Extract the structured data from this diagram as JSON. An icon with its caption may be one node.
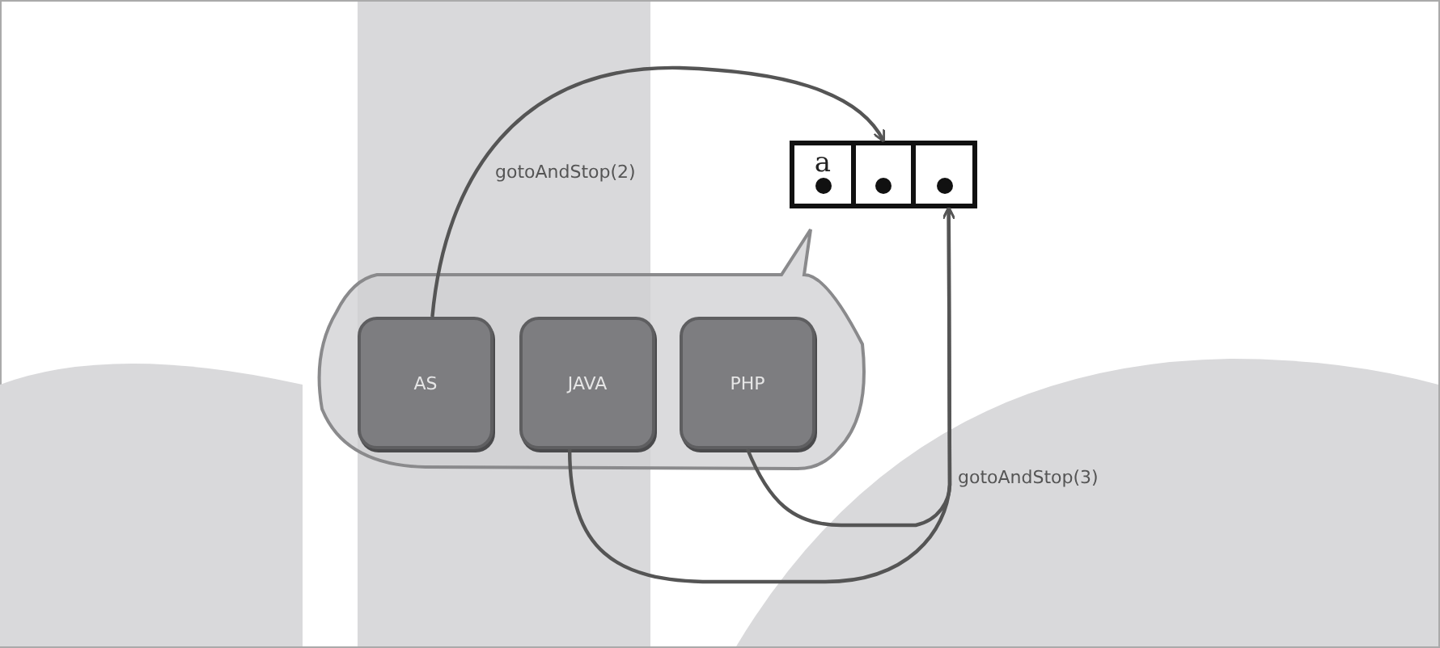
{
  "diagram": {
    "nodes": [
      {
        "text": [],
        "shape": "bubble"
      },
      {
        "text": [
          "AS"
        ],
        "in": 0
      },
      {
        "text": [
          "JAVA"
        ],
        "in": 0
      },
      {
        "text": [
          "PHP"
        ],
        "in": 0
      },
      {
        "text": [
          "a"
        ]
      },
      {
        "text": [],
        "shape": "box"
      },
      {
        "text": [],
        "shape": "box"
      }
    ],
    "edges": [
      {
        "from": 1,
        "to": 5,
        "arrow": "to",
        "label": "gotoAndStop(2)"
      },
      {
        "from": 2,
        "to": 6,
        "arrow": "to",
        "label": "gotoAndStop(3)"
      },
      {
        "from": 3,
        "to": 6,
        "arrow": "to"
      }
    ]
  }
}
